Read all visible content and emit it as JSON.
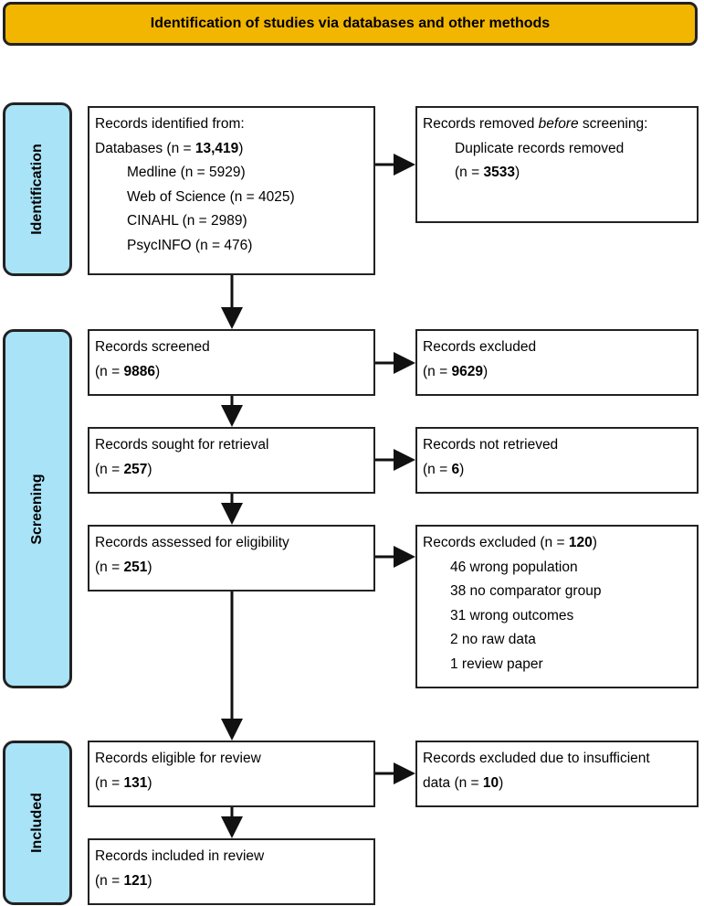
{
  "header": {
    "title": "Identification of studies via databases and other methods"
  },
  "phases": {
    "identification": "Identification",
    "screening": "Screening",
    "included": "Included"
  },
  "identified": {
    "title": "Records identified from:",
    "databases_prefix": "Databases (n = ",
    "databases_value": "13,419",
    "databases_suffix": ")",
    "sources": [
      "Medline (n = 5929)",
      "Web of Science (n = 4025)",
      "CINAHL (n = 2989)",
      "PsycINFO (n = 476)"
    ]
  },
  "removed": {
    "title_prefix": "Records removed ",
    "title_em": "before",
    "title_suffix": " screening:",
    "item": "Duplicate records removed",
    "value_prefix": "(n = ",
    "value": "3533",
    "value_suffix": ")"
  },
  "screened": {
    "title": "Records screened",
    "prefix": "(n = ",
    "value": "9886",
    "suffix": ")"
  },
  "excluded1": {
    "title": "Records excluded",
    "prefix": "(n = ",
    "value": "9629",
    "suffix": ")"
  },
  "sought": {
    "title": "Records sought for retrieval",
    "prefix": "(n = ",
    "value": "257",
    "suffix": ")"
  },
  "not_retrieved": {
    "title": "Records not retrieved",
    "prefix": "(n = ",
    "value": "6",
    "suffix": ")"
  },
  "assessed": {
    "title": "Records assessed for eligibility",
    "prefix": "(n = ",
    "value": "251",
    "suffix": ")"
  },
  "excluded2": {
    "title_prefix": "Records excluded (n = ",
    "value": "120",
    "title_suffix": ")",
    "reasons": [
      "46 wrong population",
      "38 no comparator group",
      "31 wrong outcomes",
      "2 no raw data",
      "1 review paper"
    ]
  },
  "eligible": {
    "title": "Records eligible for review",
    "prefix": "(n = ",
    "value": "131",
    "suffix": ")"
  },
  "excluded3": {
    "title": "Records excluded due to insufficient",
    "prefix": "data (n = ",
    "value": "10",
    "suffix": ")"
  },
  "included": {
    "title": "Records included in review",
    "prefix": "(n = ",
    "value": "121",
    "suffix": ")"
  }
}
